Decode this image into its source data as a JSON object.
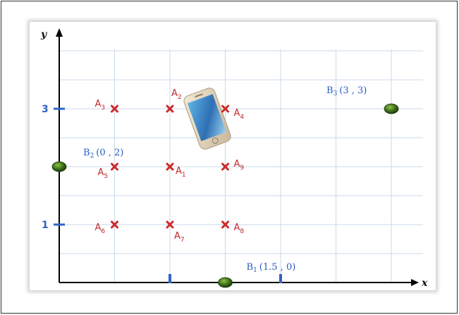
{
  "colors": {
    "grid": "#c9d9e9",
    "axis": "#000000",
    "tick": "#2f63c8",
    "beacon_label": "#2a5ac0",
    "cross": "#cc2a2a",
    "point_label": "#c0282c",
    "beacon_fill": "#3d6e1b"
  },
  "axes": {
    "x_label": "x",
    "y_label": "y",
    "y_ticks": [
      {
        "value": 3,
        "label": "3"
      },
      {
        "value": 1,
        "label": "1"
      }
    ],
    "x_ticks": [
      {
        "value": 1,
        "label": ""
      },
      {
        "value": 2,
        "label": ""
      }
    ]
  },
  "beacons": [
    {
      "id": "B1",
      "letter": "B",
      "sub": "1",
      "coords": "(1.5 , 0)",
      "x": 1.5,
      "y": 0
    },
    {
      "id": "B2",
      "letter": "B",
      "sub": "2",
      "coords": "(0 , 2)",
      "x": 0,
      "y": 2
    },
    {
      "id": "B3",
      "letter": "B",
      "sub": "3",
      "coords": "(3 , 3)",
      "x": 3,
      "y": 3
    }
  ],
  "points": [
    {
      "id": "A1",
      "letter": "A",
      "sub": "1",
      "x": 1,
      "y": 2
    },
    {
      "id": "A2",
      "letter": "A",
      "sub": "2",
      "x": 1,
      "y": 3
    },
    {
      "id": "A3",
      "letter": "A",
      "sub": "3",
      "x": 0.5,
      "y": 3
    },
    {
      "id": "A4",
      "letter": "A",
      "sub": "4",
      "x": 1.5,
      "y": 3
    },
    {
      "id": "A5",
      "letter": "A",
      "sub": "5",
      "x": 0.5,
      "y": 2
    },
    {
      "id": "A6",
      "letter": "A",
      "sub": "6",
      "x": 0.5,
      "y": 1
    },
    {
      "id": "A7",
      "letter": "A",
      "sub": "7",
      "x": 1,
      "y": 1
    },
    {
      "id": "A8",
      "letter": "A",
      "sub": "8",
      "x": 1.5,
      "y": 1
    },
    {
      "id": "A9",
      "letter": "A",
      "sub": "9",
      "x": 1.5,
      "y": 2
    }
  ],
  "device_icon": "smartphone-icon"
}
